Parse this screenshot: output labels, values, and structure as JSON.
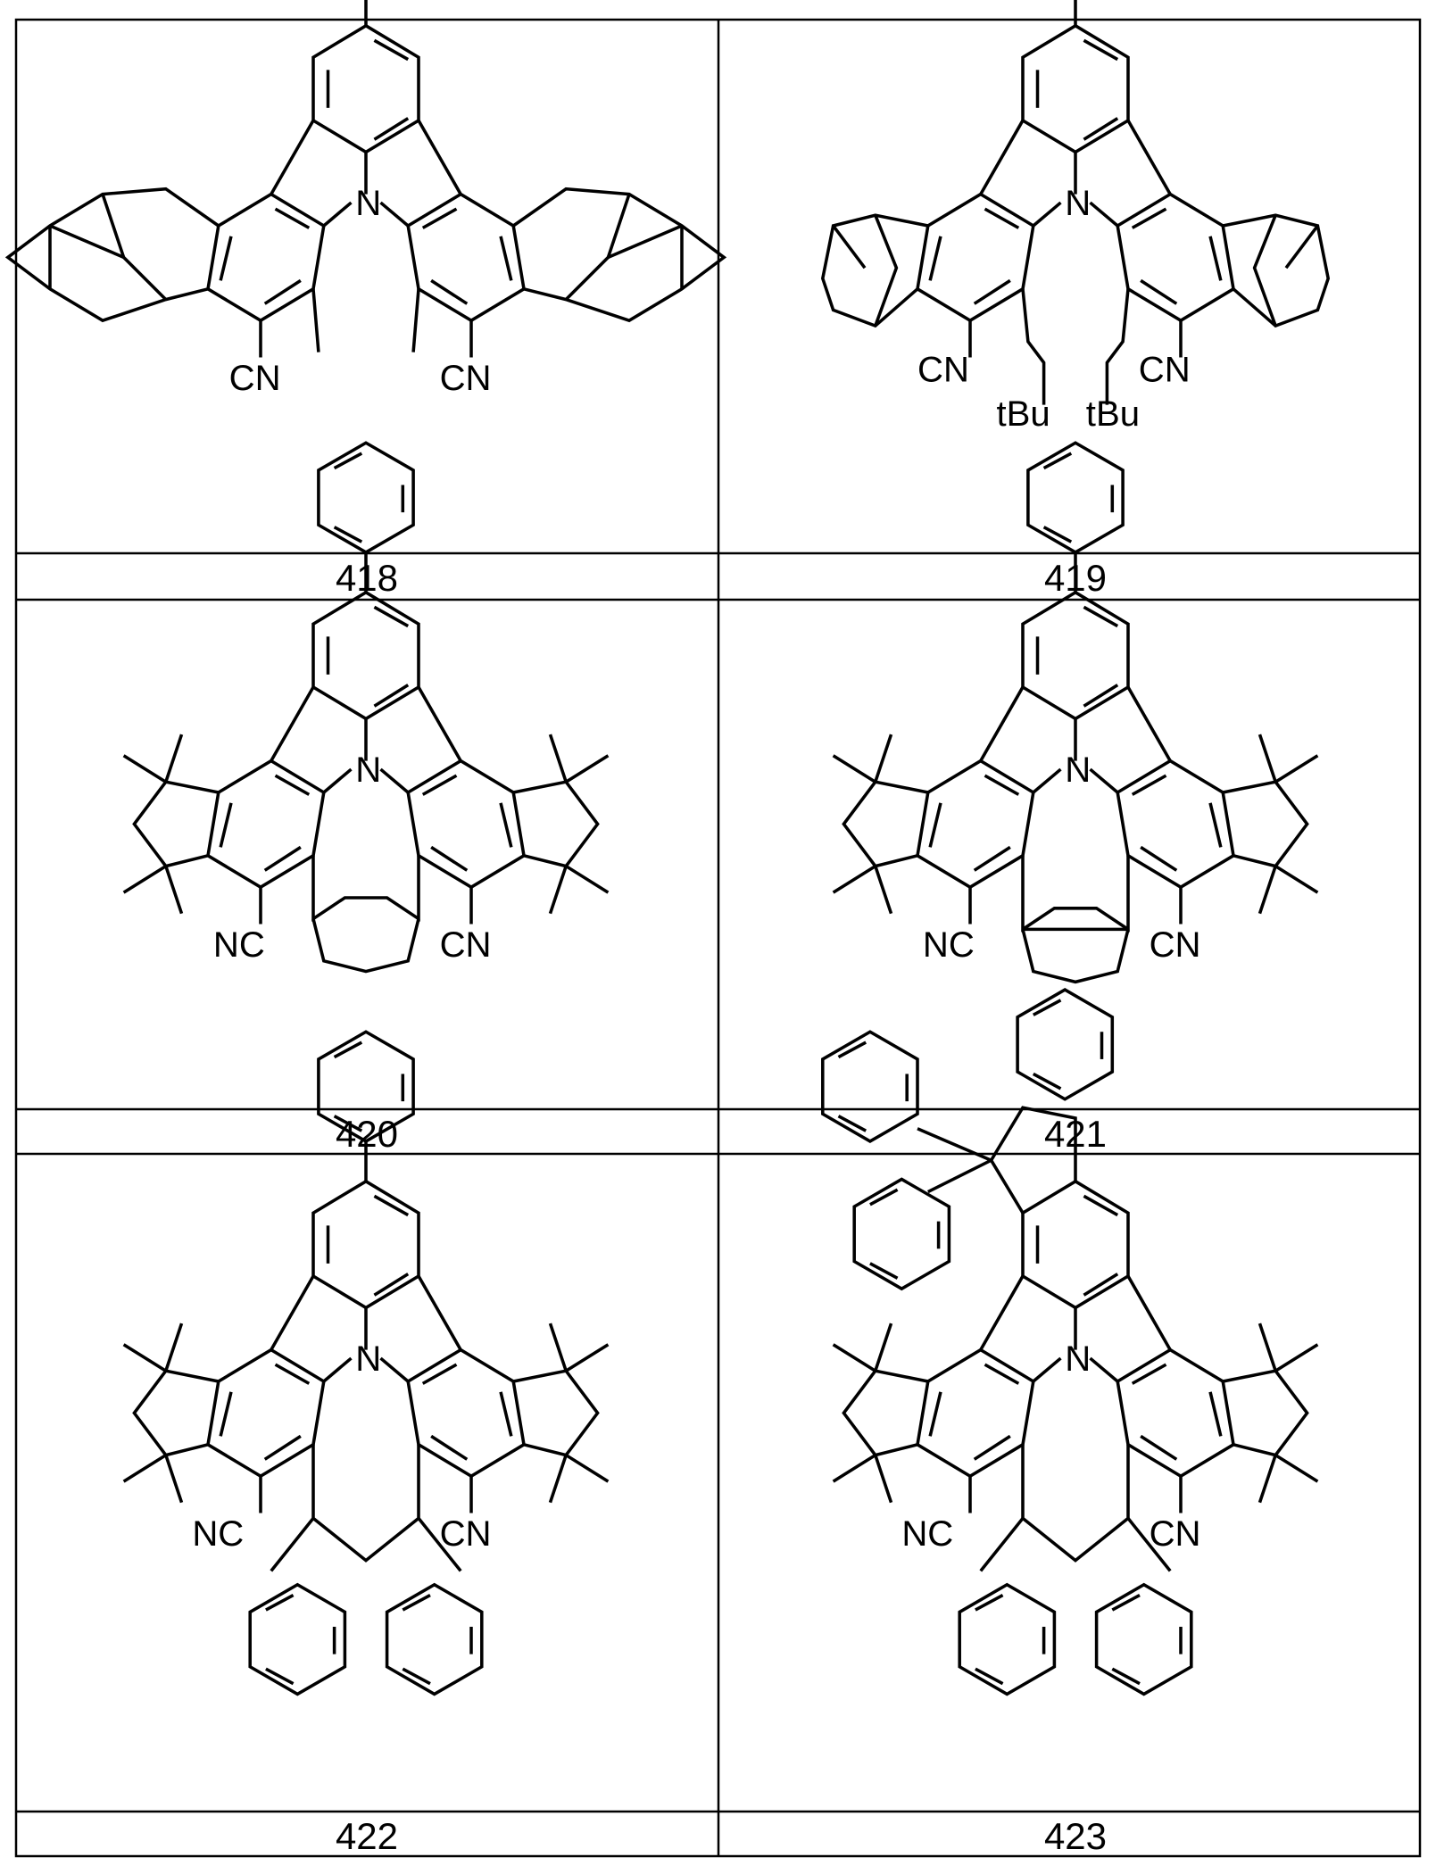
{
  "compounds": [
    {
      "id": "418",
      "labels": {
        "a": "N",
        "b": "CN",
        "c": "CN"
      }
    },
    {
      "id": "419",
      "labels": {
        "a": "N",
        "b": "CN",
        "c": "CN",
        "d": "tBu",
        "e": "tBu"
      }
    },
    {
      "id": "420",
      "labels": {
        "a": "N",
        "b": "NC",
        "c": "CN"
      }
    },
    {
      "id": "421",
      "labels": {
        "a": "N",
        "b": "NC",
        "c": "CN"
      }
    },
    {
      "id": "422",
      "labels": {
        "a": "N",
        "b": "NC",
        "c": "CN"
      }
    },
    {
      "id": "423",
      "labels": {
        "a": "N",
        "b": "NC",
        "c": "CN"
      }
    }
  ]
}
